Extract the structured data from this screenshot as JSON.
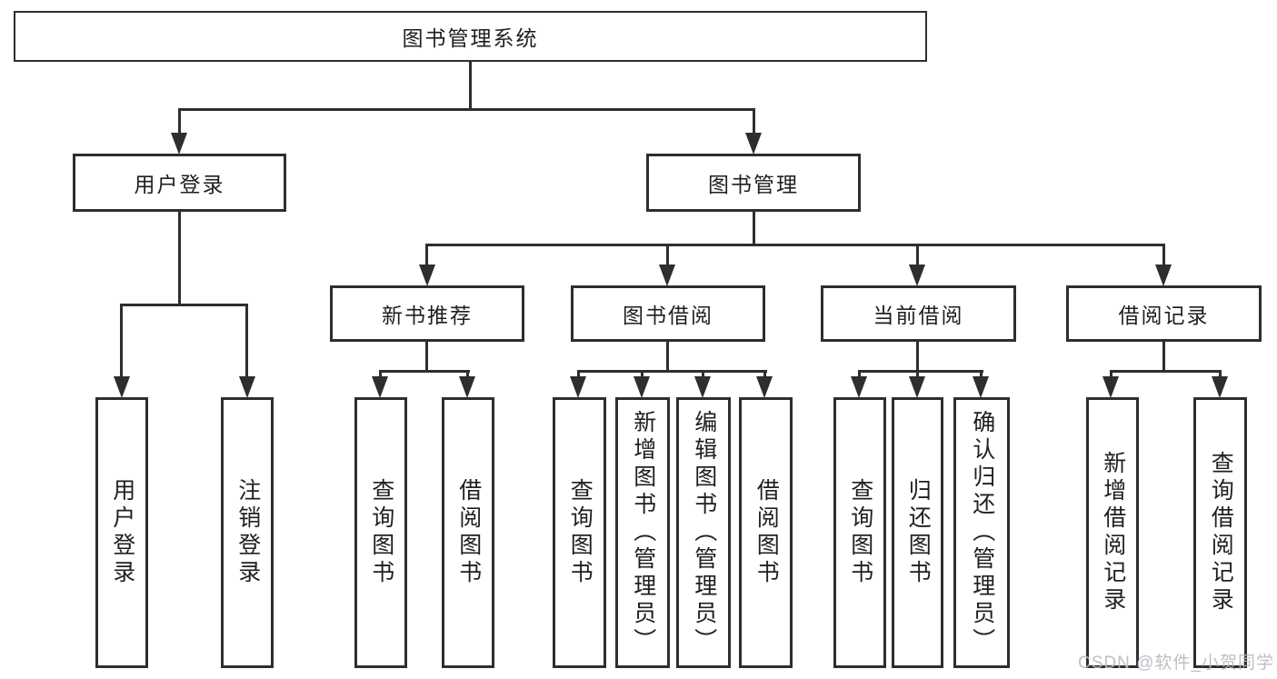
{
  "diagram": {
    "root": {
      "label": "图书管理系统"
    },
    "children": [
      {
        "label": "用户登录",
        "children": [
          {
            "label": "用户登录"
          },
          {
            "label": "注销登录"
          }
        ]
      },
      {
        "label": "图书管理",
        "children": [
          {
            "label": "新书推荐",
            "children": [
              {
                "label": "查询图书"
              },
              {
                "label": "借阅图书"
              }
            ]
          },
          {
            "label": "图书借阅",
            "children": [
              {
                "label": "查询图书"
              },
              {
                "label": "新增图书（管理员）"
              },
              {
                "label": "编辑图书（管理员）"
              },
              {
                "label": "借阅图书"
              }
            ]
          },
          {
            "label": "当前借阅",
            "children": [
              {
                "label": "查询图书"
              },
              {
                "label": "归还图书"
              },
              {
                "label": "确认归还（管理员）"
              }
            ]
          },
          {
            "label": "借阅记录",
            "children": [
              {
                "label": "新增借阅记录"
              },
              {
                "label": "查询借阅记录"
              }
            ]
          }
        ]
      }
    ]
  },
  "watermark": {
    "text": "CSDN @软件_小贺同学"
  },
  "colors": {
    "line": "#2e2e2e",
    "text": "#1f1f1f",
    "background": "#ffffff",
    "watermark": "#b9b9c2"
  }
}
